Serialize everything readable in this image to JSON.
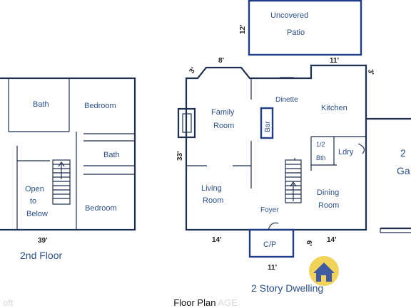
{
  "second_floor": {
    "rooms": {
      "bath1": "Bath",
      "bedroom1": "Bedroom",
      "bath2": "Bath",
      "open_to_below": [
        "Open",
        "to",
        "Below"
      ],
      "bedroom2": "Bedroom"
    },
    "width_dim": "39'",
    "title": "2nd Floor"
  },
  "first_floor": {
    "rooms": {
      "uncovered_patio": [
        "Uncovered",
        "Patio"
      ],
      "family_room": [
        "Family",
        "Room"
      ],
      "bar": "Bar",
      "dinette": "Dinette",
      "kitchen": "Kitchen",
      "half_bath": [
        "1/2",
        "Bth"
      ],
      "laundry": "Ldry",
      "living_room": [
        "Living",
        "Room"
      ],
      "foyer": "Foyer",
      "dining_room": [
        "Dining",
        "Room"
      ],
      "cp": "C/P",
      "garage": [
        "2",
        "Ga"
      ]
    },
    "dims": {
      "patio_depth": "12'",
      "patio_width": "11'",
      "bay_width": "8'",
      "bay_depth": "3'",
      "kitchen_bump": "3'",
      "depth": "33'",
      "left_front": "14'",
      "right_front": "14'",
      "cp_width": "11'",
      "cp_depth": "6'"
    },
    "title": "2 Story Dwelling"
  },
  "caption": {
    "left_faint": "oft",
    "text": "Floor Plan",
    "right_faint": "AGE"
  },
  "colors": {
    "room_text": "#2b4f8f",
    "wall": "#1f2f4f",
    "accent_blue": "#1e3d84"
  },
  "logo": "house-logo-icon"
}
